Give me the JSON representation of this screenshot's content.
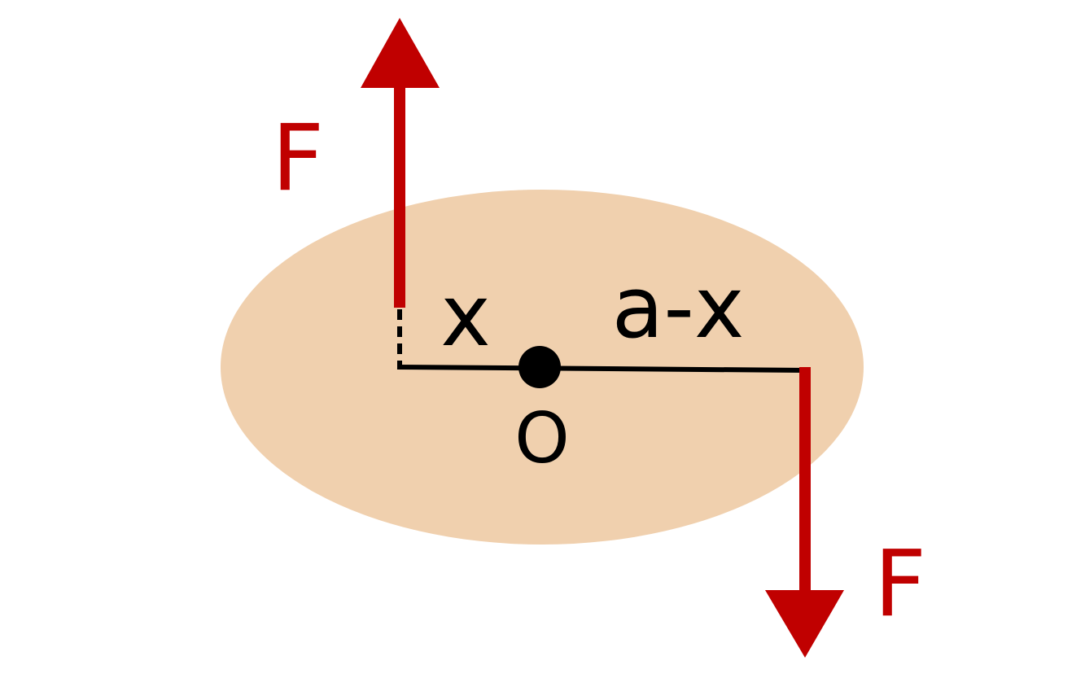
{
  "labels": {
    "force_top": "F",
    "force_bottom": "F",
    "distance_left": "x",
    "distance_right": "a-x",
    "pivot": "O"
  },
  "colors": {
    "body_fill": "#F0D0AE",
    "force": "#C00000",
    "line": "#000000",
    "background": "#FFFFFF"
  }
}
